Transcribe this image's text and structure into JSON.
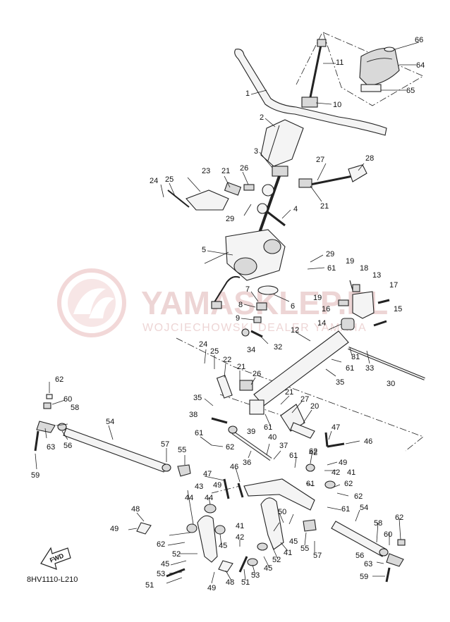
{
  "watermark": {
    "brand": "YAMASKLEP.PL",
    "subtitle": "WOJCIECHOWSKI DEALER YAMAHA",
    "color": "#e3a9a9"
  },
  "drawing_code": "8HV1110-L210",
  "fwd_label": "FWD",
  "icons": {
    "watermark": "yamaha-tuning-fork-logo-icon",
    "fwd": "forward-arrow-icon"
  },
  "callouts": [
    {
      "id": "c1",
      "text": "1"
    },
    {
      "id": "c2",
      "text": "2"
    },
    {
      "id": "c3",
      "text": "3"
    },
    {
      "id": "c4",
      "text": "4"
    },
    {
      "id": "c5",
      "text": "5"
    },
    {
      "id": "c6",
      "text": "6"
    },
    {
      "id": "c7",
      "text": "7"
    },
    {
      "id": "c8",
      "text": "8"
    },
    {
      "id": "c9",
      "text": "9"
    },
    {
      "id": "c10",
      "text": "10"
    },
    {
      "id": "c11",
      "text": "11"
    },
    {
      "id": "c12",
      "text": "12"
    },
    {
      "id": "c13",
      "text": "13"
    },
    {
      "id": "c14",
      "text": "14"
    },
    {
      "id": "c15",
      "text": "15"
    },
    {
      "id": "c16",
      "text": "16"
    },
    {
      "id": "c17",
      "text": "17"
    },
    {
      "id": "c18",
      "text": "18"
    },
    {
      "id": "c19a",
      "text": "19"
    },
    {
      "id": "c19b",
      "text": "19"
    },
    {
      "id": "c20",
      "text": "20"
    },
    {
      "id": "c21a",
      "text": "21"
    },
    {
      "id": "c21b",
      "text": "21"
    },
    {
      "id": "c21c",
      "text": "21"
    },
    {
      "id": "c21d",
      "text": "21"
    },
    {
      "id": "c22",
      "text": "22"
    },
    {
      "id": "c23",
      "text": "23"
    },
    {
      "id": "c24a",
      "text": "24"
    },
    {
      "id": "c24b",
      "text": "24"
    },
    {
      "id": "c25a",
      "text": "25"
    },
    {
      "id": "c25b",
      "text": "25"
    },
    {
      "id": "c26a",
      "text": "26"
    },
    {
      "id": "c26b",
      "text": "26"
    },
    {
      "id": "c27a",
      "text": "27"
    },
    {
      "id": "c27b",
      "text": "27"
    },
    {
      "id": "c28",
      "text": "28"
    },
    {
      "id": "c29a",
      "text": "29"
    },
    {
      "id": "c29b",
      "text": "29"
    },
    {
      "id": "c30",
      "text": "30"
    },
    {
      "id": "c31",
      "text": "31"
    },
    {
      "id": "c32",
      "text": "32"
    },
    {
      "id": "c33",
      "text": "33"
    },
    {
      "id": "c34",
      "text": "34"
    },
    {
      "id": "c35a",
      "text": "35"
    },
    {
      "id": "c35b",
      "text": "35"
    },
    {
      "id": "c36",
      "text": "36"
    },
    {
      "id": "c37",
      "text": "37"
    },
    {
      "id": "c38",
      "text": "38"
    },
    {
      "id": "c39",
      "text": "39"
    },
    {
      "id": "c40",
      "text": "40"
    },
    {
      "id": "c41a",
      "text": "41"
    },
    {
      "id": "c41b",
      "text": "41"
    },
    {
      "id": "c41c",
      "text": "41"
    },
    {
      "id": "c42a",
      "text": "42"
    },
    {
      "id": "c42b",
      "text": "42"
    },
    {
      "id": "c42c",
      "text": "42"
    },
    {
      "id": "c43",
      "text": "43"
    },
    {
      "id": "c44a",
      "text": "44"
    },
    {
      "id": "c44b",
      "text": "44"
    },
    {
      "id": "c45a",
      "text": "45"
    },
    {
      "id": "c45b",
      "text": "45"
    },
    {
      "id": "c45c",
      "text": "45"
    },
    {
      "id": "c45d",
      "text": "45"
    },
    {
      "id": "c46a",
      "text": "46"
    },
    {
      "id": "c46b",
      "text": "46"
    },
    {
      "id": "c47a",
      "text": "47"
    },
    {
      "id": "c47b",
      "text": "47"
    },
    {
      "id": "c48a",
      "text": "48"
    },
    {
      "id": "c48b",
      "text": "48"
    },
    {
      "id": "c49a",
      "text": "49"
    },
    {
      "id": "c49b",
      "text": "49"
    },
    {
      "id": "c49c",
      "text": "49"
    },
    {
      "id": "c49d",
      "text": "49"
    },
    {
      "id": "c50",
      "text": "50"
    },
    {
      "id": "c51a",
      "text": "51"
    },
    {
      "id": "c51b",
      "text": "51"
    },
    {
      "id": "c52a",
      "text": "52"
    },
    {
      "id": "c52b",
      "text": "52"
    },
    {
      "id": "c53a",
      "text": "53"
    },
    {
      "id": "c53b",
      "text": "53"
    },
    {
      "id": "c54a",
      "text": "54"
    },
    {
      "id": "c54b",
      "text": "54"
    },
    {
      "id": "c55a",
      "text": "55"
    },
    {
      "id": "c55b",
      "text": "55"
    },
    {
      "id": "c56a",
      "text": "56"
    },
    {
      "id": "c56b",
      "text": "56"
    },
    {
      "id": "c57a",
      "text": "57"
    },
    {
      "id": "c57b",
      "text": "57"
    },
    {
      "id": "c58a",
      "text": "58"
    },
    {
      "id": "c58b",
      "text": "58"
    },
    {
      "id": "c59a",
      "text": "59"
    },
    {
      "id": "c59b",
      "text": "59"
    },
    {
      "id": "c60a",
      "text": "60"
    },
    {
      "id": "c60b",
      "text": "60"
    },
    {
      "id": "c61a",
      "text": "61"
    },
    {
      "id": "c61b",
      "text": "61"
    },
    {
      "id": "c61c",
      "text": "61"
    },
    {
      "id": "c61d",
      "text": "61"
    },
    {
      "id": "c61e",
      "text": "61"
    },
    {
      "id": "c61f",
      "text": "61"
    },
    {
      "id": "c61g",
      "text": "61"
    },
    {
      "id": "c62a",
      "text": "62"
    },
    {
      "id": "c62b",
      "text": "62"
    },
    {
      "id": "c62c",
      "text": "62"
    },
    {
      "id": "c62d",
      "text": "62"
    },
    {
      "id": "c62e",
      "text": "62"
    },
    {
      "id": "c62f",
      "text": "62"
    },
    {
      "id": "c62g",
      "text": "62"
    },
    {
      "id": "c63a",
      "text": "63"
    },
    {
      "id": "c63b",
      "text": "63"
    },
    {
      "id": "c64",
      "text": "64"
    },
    {
      "id": "c65",
      "text": "65"
    },
    {
      "id": "c66",
      "text": "66"
    }
  ]
}
